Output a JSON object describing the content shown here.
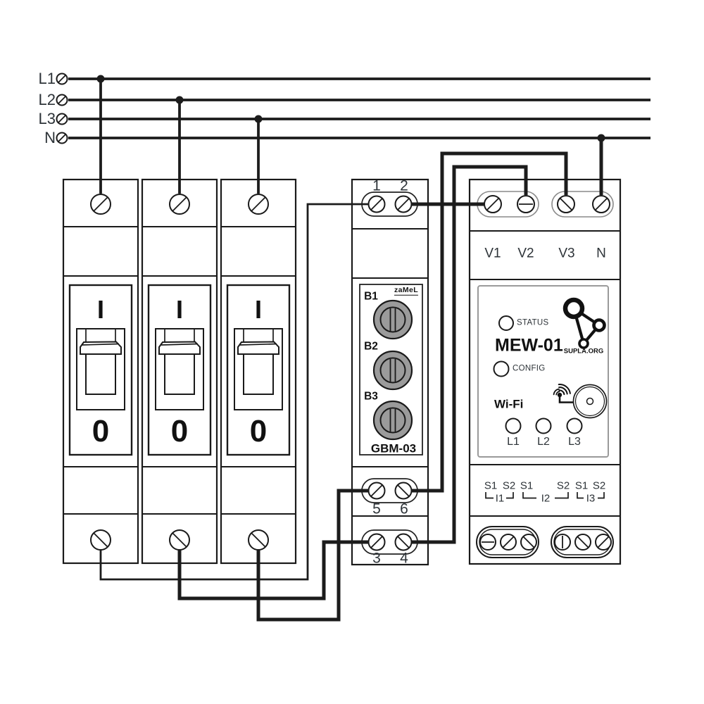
{
  "bus": {
    "labels": [
      "L1",
      "L2",
      "L3",
      "N"
    ]
  },
  "breakers": {
    "on_mark": "I",
    "off_mark": "0"
  },
  "gbm": {
    "brand": "zaMeL",
    "model": "GBM-03",
    "terminals_top": [
      "1",
      "2"
    ],
    "terminals_mid": [
      "5",
      "6"
    ],
    "terminals_bottom": [
      "3",
      "4"
    ],
    "channel_labels": [
      "B1",
      "B2",
      "B3"
    ]
  },
  "mew": {
    "model": "MEW-01",
    "brand_site": "SUPLA.ORG",
    "voltage_terminals": [
      "V1",
      "V2",
      "V3",
      "N"
    ],
    "status_label": "STATUS",
    "config_label": "CONFIG",
    "wifi_label": "Wi-Fi",
    "phase_leds": [
      "L1",
      "L2",
      "L3"
    ],
    "s_terminals": [
      "S1",
      "S2",
      "S1",
      "S2",
      "S1",
      "S2"
    ],
    "input_groups": [
      "I1",
      "I2",
      "I3"
    ]
  },
  "colors": {
    "wire": "#1c1c1c",
    "knob_gray": "#9b9b9b",
    "pill_gray": "#8a8a8a",
    "text": "#2d3338"
  }
}
